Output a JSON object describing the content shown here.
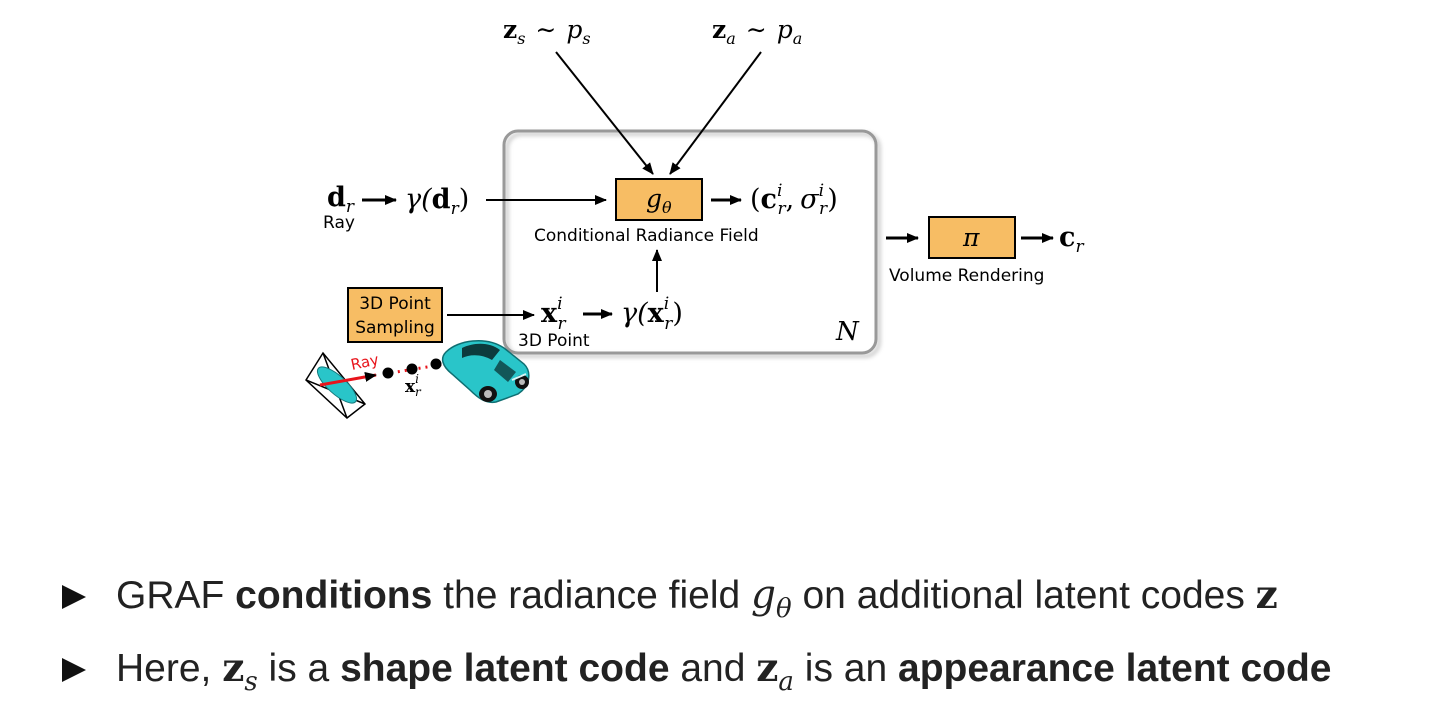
{
  "diagram": {
    "z_s": {
      "sym": "z",
      "sub": "s",
      "rel": "∼",
      "dist": "p",
      "dist_sub": "s"
    },
    "z_a": {
      "sym": "z",
      "sub": "a",
      "rel": "∼",
      "dist": "p",
      "dist_sub": "a"
    },
    "ray_input": {
      "sym": "d",
      "sub": "r",
      "label": "Ray"
    },
    "ray_encoding": {
      "gamma": "γ(",
      "sym": "d",
      "sub": "r",
      "close": ")"
    },
    "g_box": {
      "sym": "g",
      "sub": "θ",
      "label": "Conditional Radiance Field"
    },
    "g_output": {
      "open": "(",
      "c": "c",
      "c_sub": "r",
      "c_sup": "i",
      "comma": ",",
      "sigma": "σ",
      "sigma_sub": "r",
      "sigma_sup": "i",
      "close": ")"
    },
    "sampling_box": {
      "line1": "3D Point",
      "line2": "Sampling"
    },
    "point": {
      "sym": "x",
      "sub": "r",
      "sup": "i",
      "label": "3D Point"
    },
    "point_encoding": {
      "gamma": "γ(",
      "sym": "x",
      "sub": "r",
      "sup": "i",
      "close": ")"
    },
    "container_label": "N",
    "pi_box": {
      "sym": "π",
      "label": "Volume Rendering"
    },
    "output": {
      "sym": "c",
      "sub": "r"
    },
    "illustration": {
      "ray_label": "Ray",
      "point_sym": "x",
      "point_sub": "r",
      "point_sup": "i"
    },
    "colors": {
      "box_fill": "#f7bd64",
      "container_stroke": "#999999",
      "ray_red": "#e8141b",
      "car_cyan": "#29c5c9"
    }
  },
  "bullets": [
    {
      "pre": "GRAF ",
      "bold": "conditions",
      "mid": " the radiance field ",
      "m_sym": "g",
      "m_sub": "θ",
      "post": " on additional latent codes ",
      "z": "z"
    },
    {
      "pre": "Here, ",
      "z1": "z",
      "z1_sub": "s",
      "mid1": " is a ",
      "bold1": "shape latent code",
      "mid2": " and ",
      "z2": "z",
      "z2_sub": "a",
      "mid3": " is an ",
      "bold2": "appearance latent code"
    }
  ]
}
